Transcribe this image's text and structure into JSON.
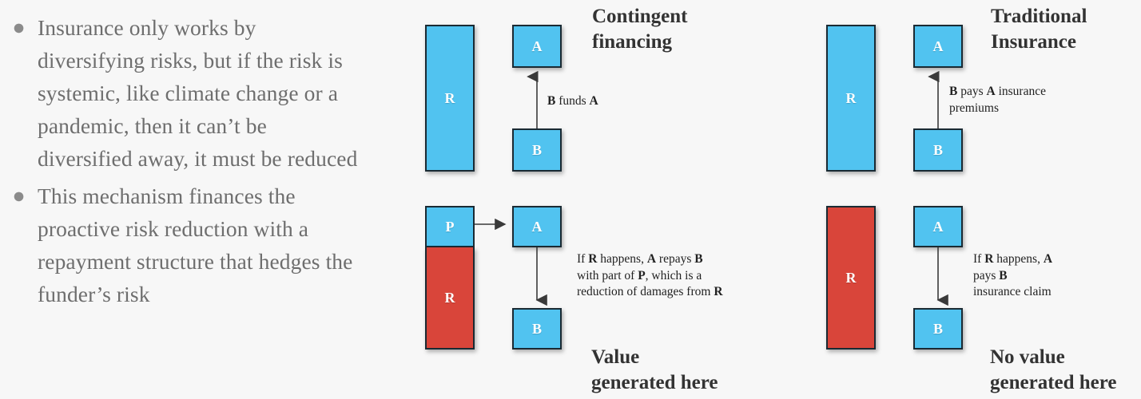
{
  "background_color": "#f7f7f7",
  "colors": {
    "blue": "#51c3f0",
    "red": "#d9453a",
    "box_border": "#1a2a33",
    "bullet_text": "#6e6e6e",
    "heading": "#333333",
    "annotation": "#222222"
  },
  "bullets": [
    {
      "marker": "●",
      "text": "Insurance only works by diversifying risks, but if the risk is systemic, like climate change or a pandemic, then it can’t be diversified away, it must be reduced"
    },
    {
      "marker": "●",
      "text": "This mechanism finances the proactive risk reduction with a repayment structure that hedges the funder’s risk"
    }
  ],
  "panels": {
    "contingent": {
      "title_line1": "Contingent",
      "title_line2": "financing",
      "footer_line1": "Value",
      "footer_line2": "generated here",
      "top": {
        "risk_bar_label": "R",
        "node_a_label": "A",
        "node_b_label": "B",
        "arrow_label_parts": [
          "B",
          " funds ",
          "A"
        ],
        "arrow_label_text": "B funds A",
        "arrow_direction": "up"
      },
      "bottom": {
        "stack_top_label": "P",
        "stack_bottom_label": "R",
        "node_a_label": "A",
        "node_b_label": "B",
        "arrow_in_direction": "right",
        "arrow_out_direction": "down",
        "annotation_lines": [
          [
            {
              "t": "If ",
              "b": false
            },
            {
              "t": "R",
              "b": true
            },
            {
              "t": " happens, ",
              "b": false
            },
            {
              "t": "A",
              "b": true
            },
            {
              "t": " repays ",
              "b": false
            },
            {
              "t": "B",
              "b": true
            }
          ],
          [
            {
              "t": "with part of ",
              "b": false
            },
            {
              "t": "P",
              "b": true
            },
            {
              "t": ", which is a",
              "b": false
            }
          ],
          [
            {
              "t": "reduction of damages from ",
              "b": false
            },
            {
              "t": "R",
              "b": true
            }
          ]
        ]
      }
    },
    "traditional": {
      "title_line1": "Traditional",
      "title_line2": "Insurance",
      "footer_line1": "No value",
      "footer_line2": "generated here",
      "top": {
        "risk_bar_label": "R",
        "node_a_label": "A",
        "node_b_label": "B",
        "arrow_label_parts": [
          "B",
          " pays ",
          "A",
          " insurance premiums"
        ],
        "arrow_label_text": "B pays A insurance premiums",
        "arrow_direction": "up"
      },
      "bottom": {
        "risk_bar_label": "R",
        "node_a_label": "A",
        "node_b_label": "B",
        "arrow_out_direction": "down",
        "annotation_lines": [
          [
            {
              "t": "If ",
              "b": false
            },
            {
              "t": "R",
              "b": true
            },
            {
              "t": " happens, ",
              "b": false
            },
            {
              "t": "A",
              "b": true
            }
          ],
          [
            {
              "t": "pays ",
              "b": false
            },
            {
              "t": "B",
              "b": true
            }
          ],
          [
            {
              "t": "insurance claim",
              "b": false
            }
          ]
        ]
      }
    }
  }
}
